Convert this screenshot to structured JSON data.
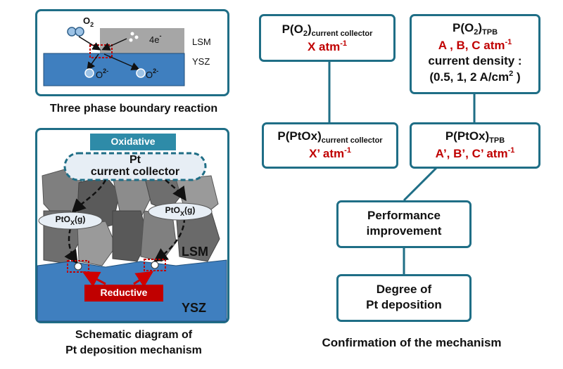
{
  "left_top": {
    "o2": "O",
    "o2_sub": "2",
    "electrons": "4e",
    "electrons_sup": "-",
    "lsm": "LSM",
    "ysz": "YSZ",
    "o2minus": "O",
    "o2minus_sup": "2-",
    "caption": "Three phase boundary reaction"
  },
  "left_bottom": {
    "oxidative": "Oxidative",
    "pt_line1": "Pt",
    "pt_line2": "current collector",
    "ptox_left": "PtO",
    "ptox_right": "PtO",
    "ptox_sub": "X",
    "ptox_g": "(g)",
    "lsm": "LSM",
    "ysz": "YSZ",
    "reductive": "Reductive",
    "caption_line1": "Schematic diagram of",
    "caption_line2": "Pt deposition mechanism"
  },
  "right": {
    "box1": {
      "p": "P(O",
      "p_sub": "2",
      "p_close": ")",
      "p_sub2": "current collector",
      "value": "X atm",
      "value_sup": "-1"
    },
    "box2": {
      "p": "P(O",
      "p_sub": "2",
      "p_close": ")",
      "p_sub2": "TPB",
      "value": "A , B, C atm",
      "value_sup": "-1",
      "cd_label": "current density :",
      "cd_value": "(0.5, 1, 2 A/cm",
      "cd_sup": "2",
      "cd_close": " )"
    },
    "box3": {
      "p": "P(PtOx)",
      "p_sub": "current collector",
      "value": "X’ atm",
      "value_sup": "-1"
    },
    "box4": {
      "p": "P(PtOx)",
      "p_sub": "TPB",
      "value": "A’, B’, C’ atm",
      "value_sup": "-1"
    },
    "box5": {
      "line1": "Performance",
      "line2": "improvement"
    },
    "box6": {
      "line1": "Degree of",
      "line2": "Pt deposition"
    },
    "caption": "Confirmation of the mechanism"
  }
}
